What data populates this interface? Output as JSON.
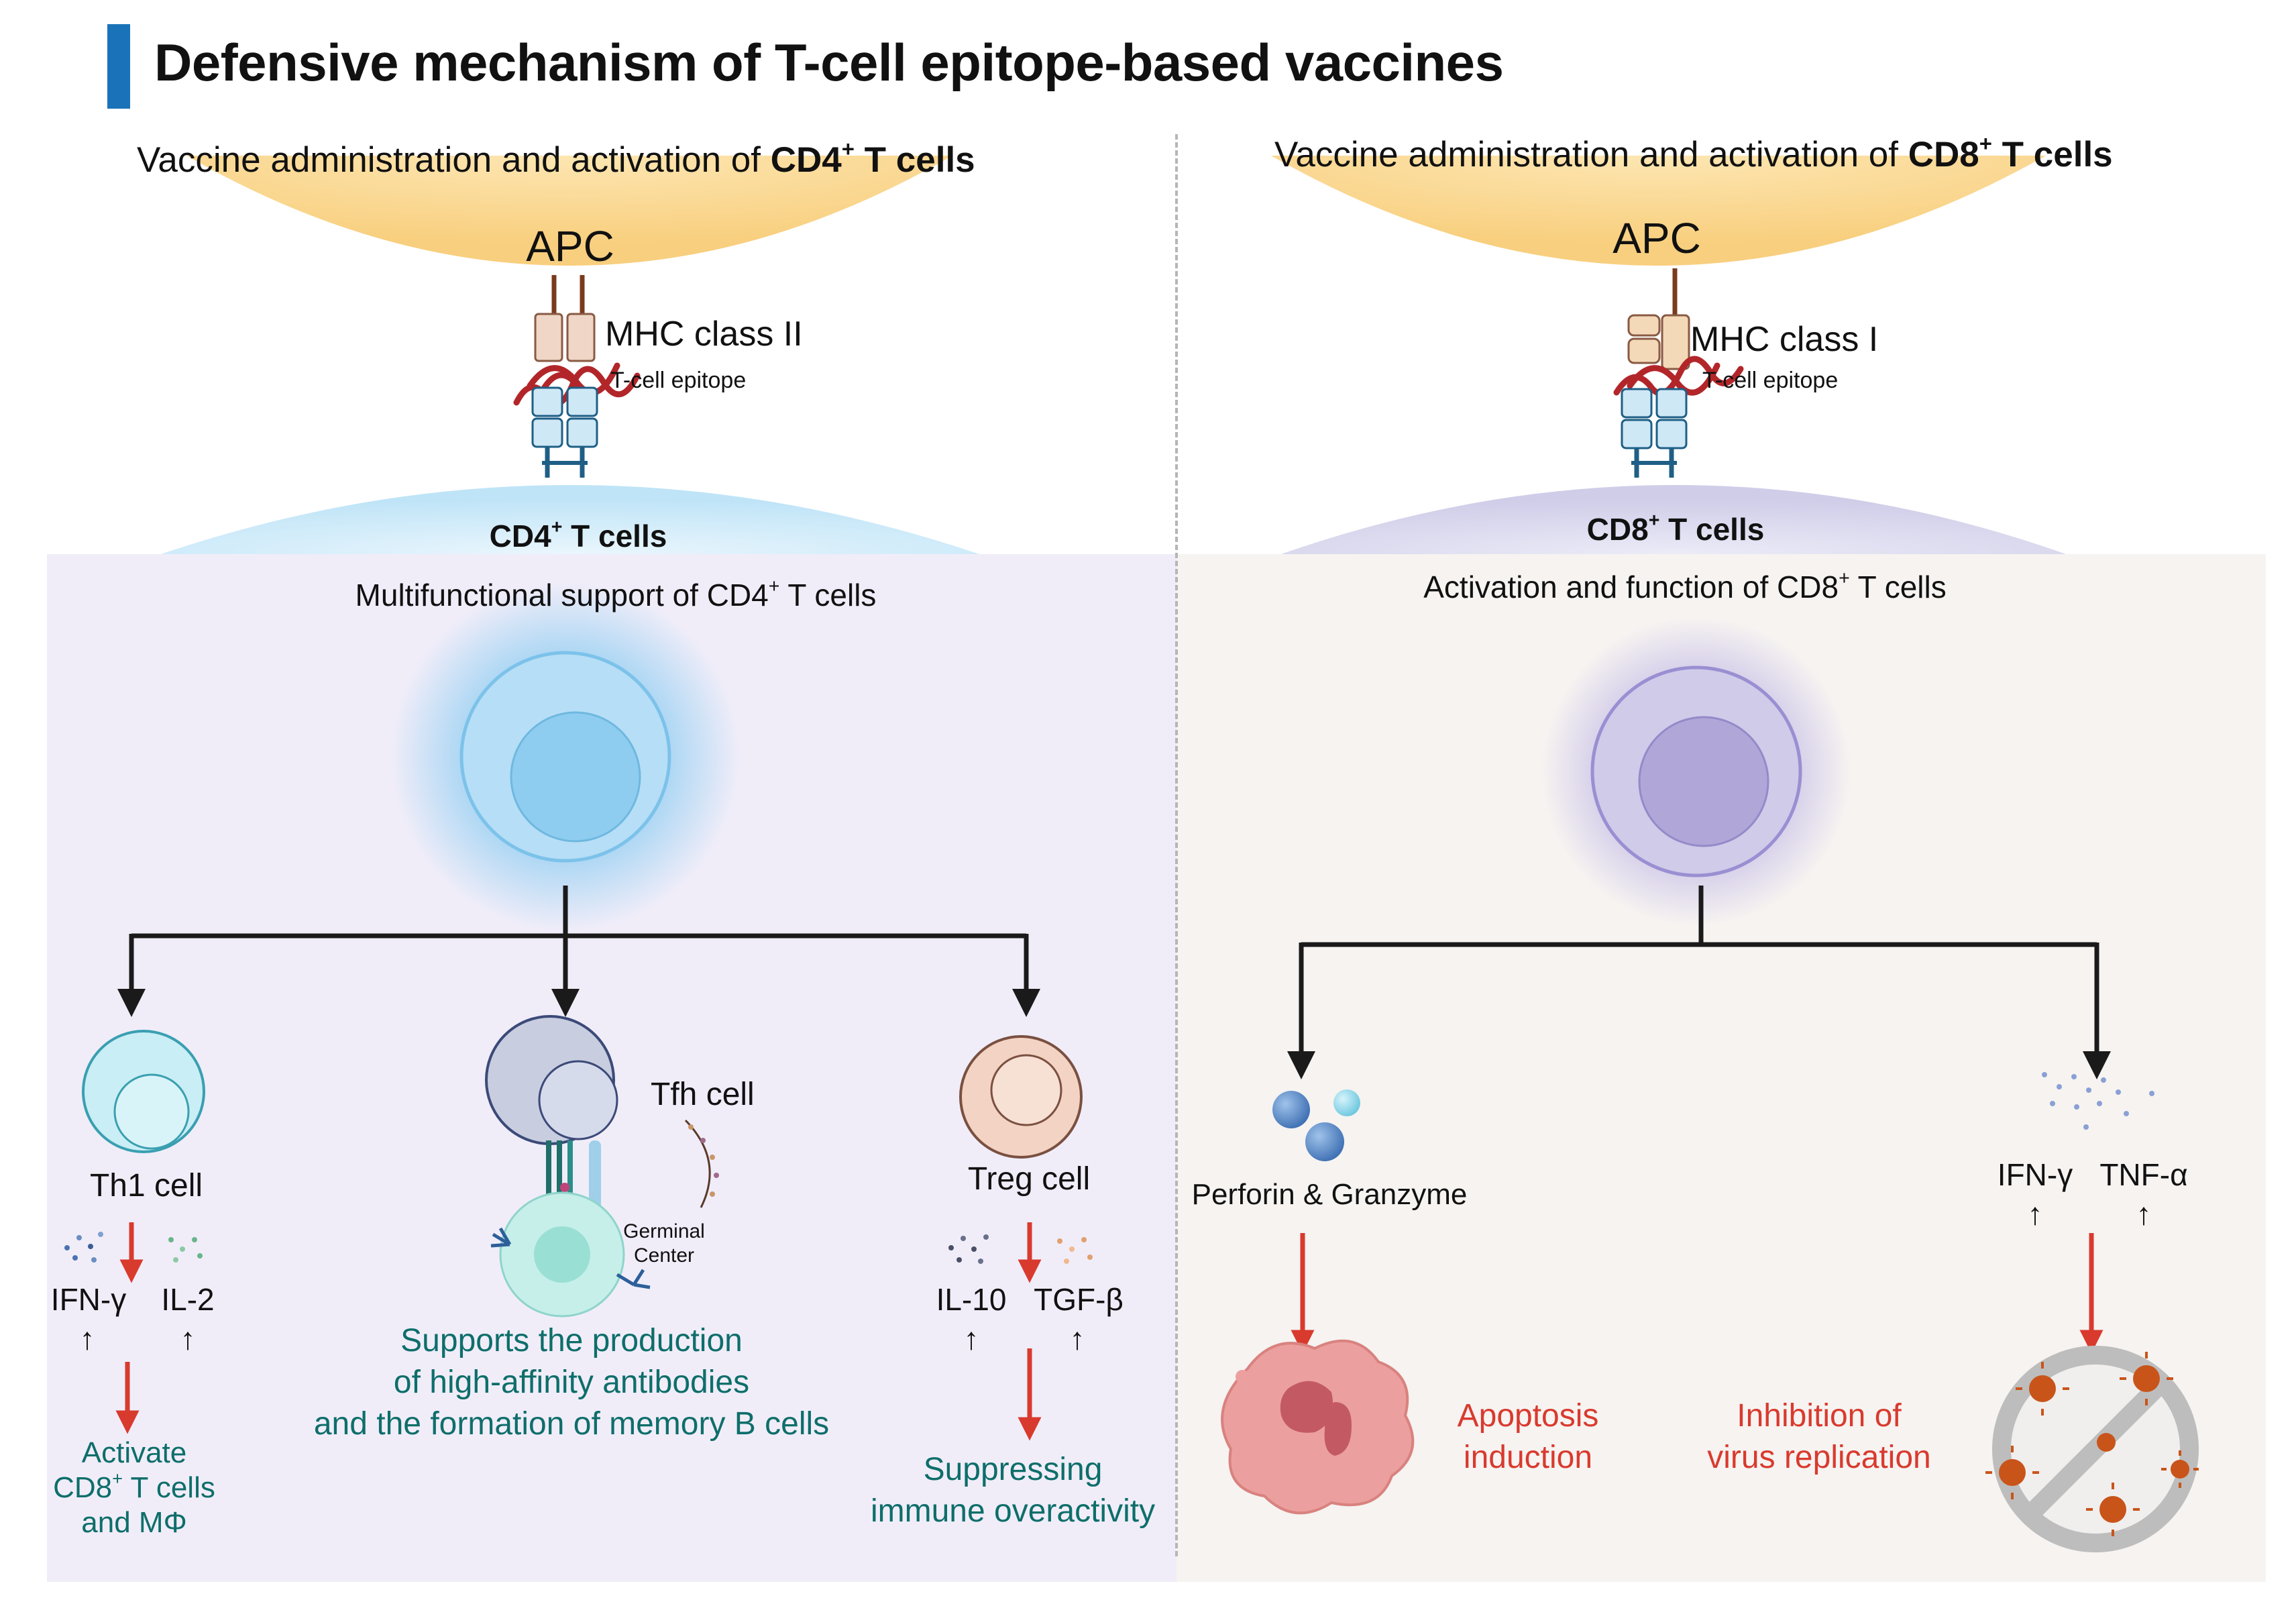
{
  "title": "Defensive mechanism of T-cell epitope-based vaccines",
  "colors": {
    "title_bar": "#1a73b8",
    "teal_text": "#0e6e6a",
    "red_text": "#d93a2e",
    "red_arrow": "#d93a2e"
  },
  "left": {
    "heading_pre": "Vaccine administration and activation of ",
    "heading_bold": "CD4",
    "heading_sup": "+",
    "heading_post": " T cells",
    "apc": "APC",
    "mhc": "MHC class II",
    "epitope": "T-cell epitope",
    "tcell_label": "CD4",
    "tcell_sup": "+",
    "tcell_post": " T cells",
    "panel_title_pre": "Multifunctional support of CD4",
    "panel_title_sup": "+",
    "panel_title_post": " T cells",
    "th1": {
      "label": "Th1 cell",
      "cyt1": "IFN-γ",
      "cyt2": "IL-2",
      "up": "↑",
      "out_line1": "Activate",
      "out_line2_pre": "CD8",
      "out_line2_sup": "+",
      "out_line2_post": " T cells",
      "out_line3": "and MΦ"
    },
    "tfh": {
      "label": "Tfh cell",
      "gc_line1": "Germinal",
      "gc_line2": "Center",
      "out_line1": "Supports the production",
      "out_line2": "of high-affinity antibodies",
      "out_line3": "and the formation of memory B cells"
    },
    "treg": {
      "label": "Treg cell",
      "cyt1": "IL-10",
      "cyt2": "TGF-β",
      "up": "↑",
      "out_line1": "Suppressing",
      "out_line2": "immune overactivity"
    }
  },
  "right": {
    "heading_pre": "Vaccine administration and activation of ",
    "heading_bold": "CD8",
    "heading_sup": "+",
    "heading_post": " T cells",
    "apc": "APC",
    "mhc": "MHC class I",
    "epitope": "T-cell epitope",
    "tcell_label": "CD8",
    "tcell_sup": "+",
    "tcell_post": " T cells",
    "panel_title_pre": "Activation and function of CD8",
    "panel_title_sup": "+",
    "panel_title_post": " T cells",
    "perforin": "Perforin & Granzyme",
    "apoptosis_line1": "Apoptosis",
    "apoptosis_line2": "induction",
    "cyt1": "IFN-γ",
    "cyt2": "TNF-α",
    "up": "↑",
    "inhibit_line1": "Inhibition of",
    "inhibit_line2": "virus replication"
  }
}
